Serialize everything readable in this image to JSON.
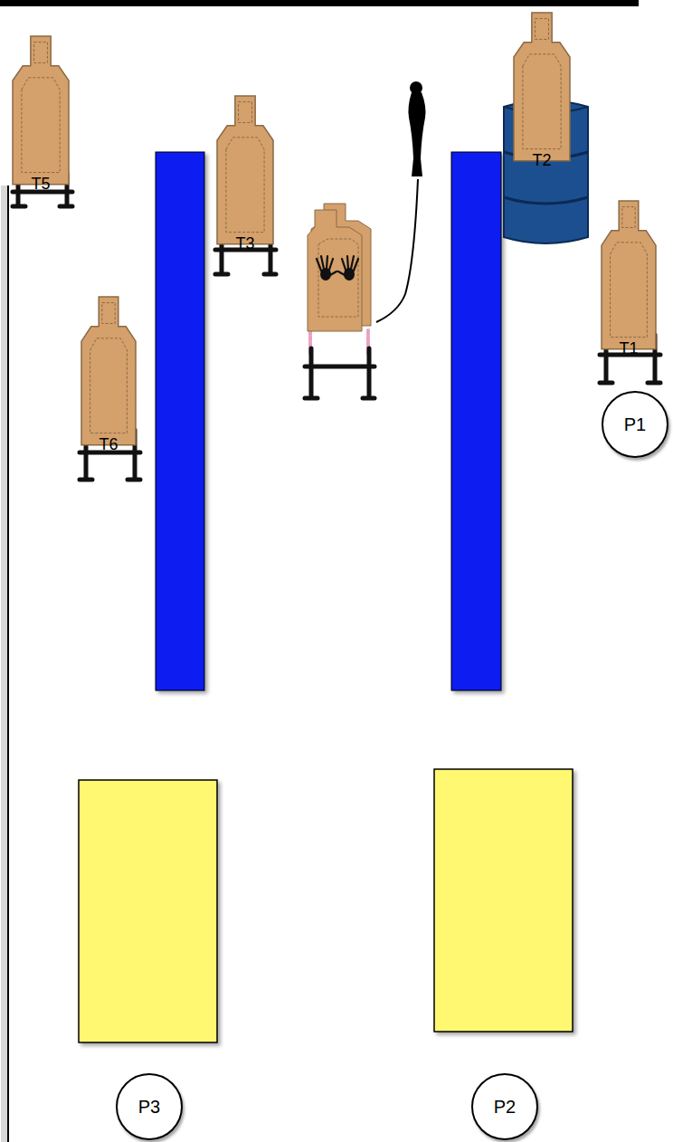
{
  "diagram": {
    "nodes": [
      {
        "text": [
          "T2"
        ]
      },
      {
        "text": [
          "T5"
        ]
      },
      {
        "text": [
          "T3"
        ]
      },
      {
        "text": [
          "T1"
        ]
      },
      {
        "text": [
          "T6"
        ]
      },
      {
        "text": [
          "P1"
        ]
      },
      {
        "text": [
          "P3"
        ]
      },
      {
        "text": [
          "P2"
        ]
      }
    ]
  }
}
